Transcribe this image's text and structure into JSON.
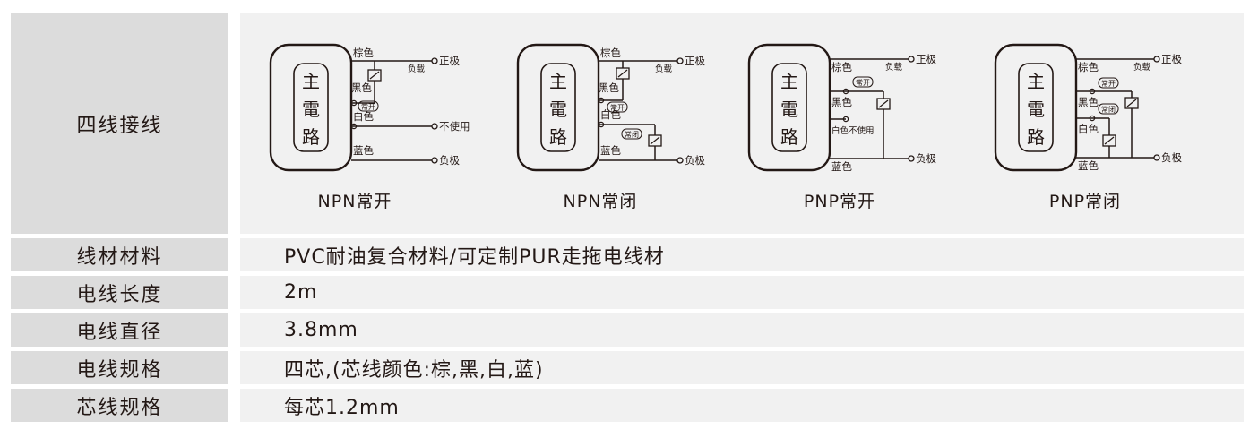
{
  "rows": [
    {
      "label": "四线接线"
    },
    {
      "label": "线材材料",
      "value": "PVC耐油复合材料/可定制PUR走拖电线材"
    },
    {
      "label": "电线长度",
      "value": "2m"
    },
    {
      "label": "电线直径",
      "value": "3.8mm"
    },
    {
      "label": "电线规格",
      "value": "四芯,(芯线颜色:棕,黑,白,蓝)"
    },
    {
      "label": "芯线规格",
      "value": "每芯1.2mm"
    }
  ],
  "main_circuit": [
    "主",
    "電",
    "路"
  ],
  "wires": {
    "brown": "棕色",
    "black": "黑色",
    "white": "白色",
    "blue": "蓝色",
    "positive": "正极",
    "negative": "负极",
    "load": "负载",
    "unused": "不使用",
    "white_unused": "白色不使用"
  },
  "tags": {
    "no": "常开",
    "nc": "常闭"
  },
  "diagrams": [
    {
      "title": "NPN常开"
    },
    {
      "title": "NPN常闭"
    },
    {
      "title": "PNP常开"
    },
    {
      "title": "PNP常闭"
    }
  ],
  "colors": {
    "label_bg": "#dcdcdc",
    "value_bg": "#f1f1f1",
    "ink": "#231815"
  }
}
